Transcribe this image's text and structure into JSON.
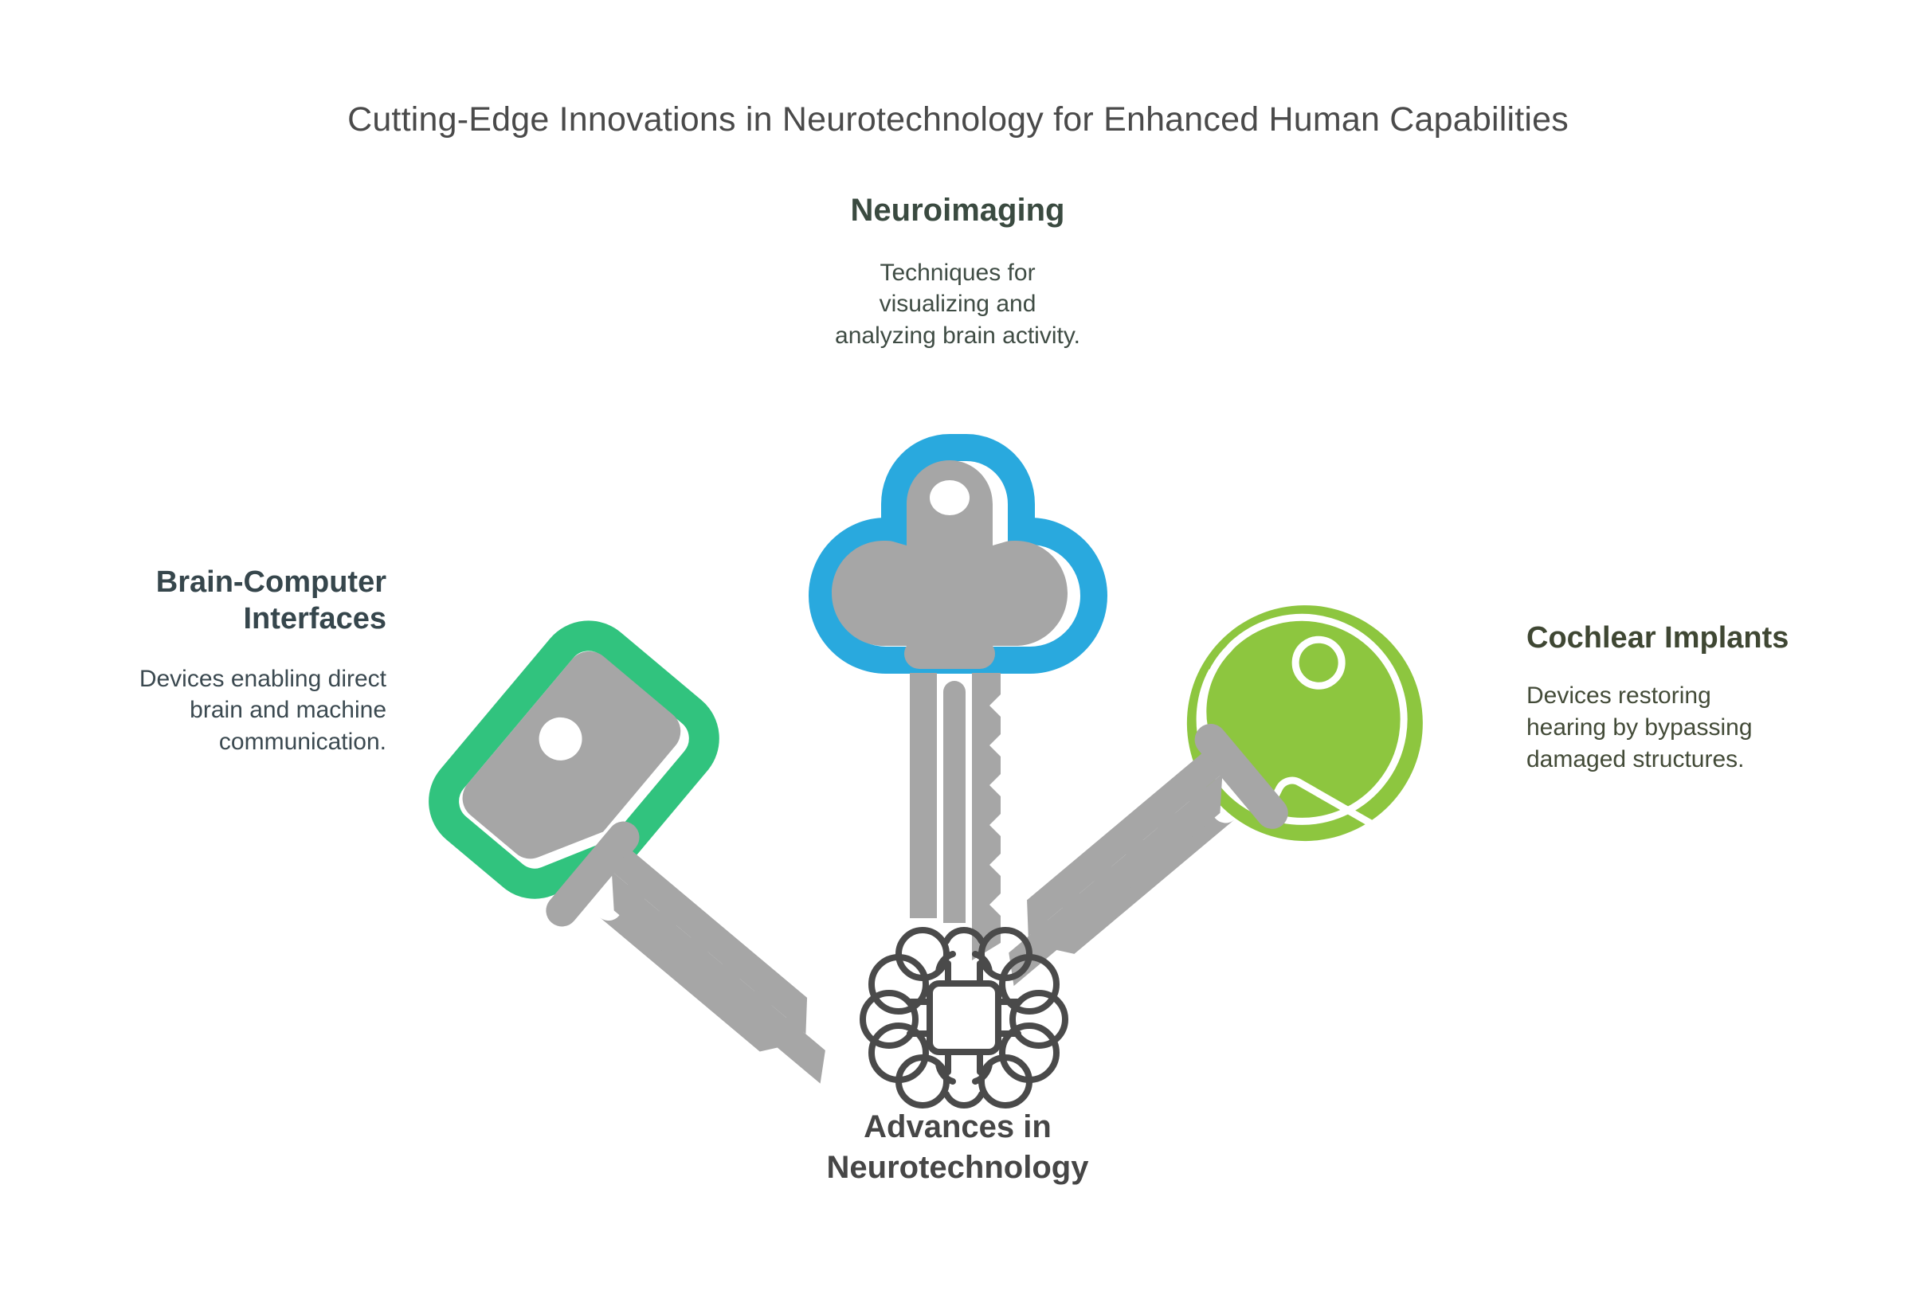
{
  "title": "Cutting-Edge Innovations in Neurotechnology for Enhanced Human Capabilities",
  "center": {
    "label_line1": "Advances in",
    "label_line2": "Neurotechnology",
    "icon": "brain-chip-icon"
  },
  "nodes": {
    "top": {
      "heading": "Neuroimaging",
      "desc_line1": "Techniques for",
      "desc_line2": "visualizing and",
      "desc_line3": "analyzing brain activity.",
      "icon": "key-icon",
      "accent": "#29a9de"
    },
    "left": {
      "heading_line1": "Brain-Computer",
      "heading_line2": "Interfaces",
      "desc_line1": "Devices enabling direct",
      "desc_line2": "brain and machine",
      "desc_line3": "communication.",
      "icon": "key-icon",
      "accent": "#31c37e"
    },
    "right": {
      "heading": "Cochlear Implants",
      "desc_line1": "Devices restoring",
      "desc_line2": "hearing by bypassing",
      "desc_line3": "damaged structures.",
      "icon": "key-icon",
      "accent": "#8dc63f"
    }
  },
  "colors": {
    "background": "#ffffff",
    "title_text": "#4a4a4a",
    "key_body_gray": "#a6a6a6",
    "center_icon_stroke": "#4a4a4a",
    "blue_accent": "#29a9de",
    "green_accent": "#31c37e",
    "olive_accent": "#8dc63f"
  }
}
